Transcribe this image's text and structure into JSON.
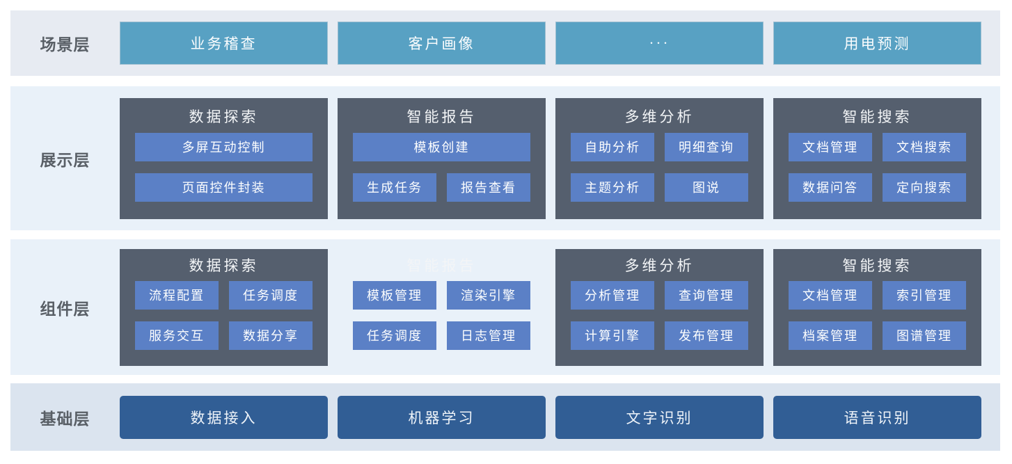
{
  "colors": {
    "scene_band_bg": "#e7ebf2",
    "display_band_bg": "#e9f1f9",
    "component_band_bg": "#e9f1f9",
    "base_band_bg": "#dbe4ef",
    "scene_button_bg": "#58a1c3",
    "card_bg": "#555f6e",
    "item_button_bg": "#5b80c6",
    "base_button_bg": "#315e95",
    "layer_label_text": "#595f66",
    "button_text": "#fdfefe"
  },
  "scene_layer": {
    "label": "场景层",
    "buttons": [
      {
        "label": "业务稽查"
      },
      {
        "label": "客户画像"
      },
      {
        "label": "···"
      },
      {
        "label": "用电预测"
      }
    ]
  },
  "display_layer": {
    "label": "展示层",
    "cards": [
      {
        "title": "数据探索",
        "items": [
          {
            "label": "多屏互动控制"
          },
          {
            "label": "页面控件封装"
          }
        ]
      },
      {
        "title": "智能报告",
        "items": [
          {
            "label": "模板创建"
          },
          {
            "label": "生成任务"
          },
          {
            "label": "报告查看"
          }
        ]
      },
      {
        "title": "多维分析",
        "items": [
          {
            "label": "自助分析"
          },
          {
            "label": "明细查询"
          },
          {
            "label": "主题分析"
          },
          {
            "label": "图说"
          }
        ]
      },
      {
        "title": "智能搜索",
        "items": [
          {
            "label": "文档管理"
          },
          {
            "label": "文档搜索"
          },
          {
            "label": "数据问答"
          },
          {
            "label": "定向搜索"
          }
        ]
      }
    ]
  },
  "component_layer": {
    "label": "组件层",
    "cards": [
      {
        "title": "数据探索",
        "items": [
          {
            "label": "流程配置"
          },
          {
            "label": "任务调度"
          },
          {
            "label": "服务交互"
          },
          {
            "label": "数据分享"
          }
        ]
      },
      {
        "title": "智能报告",
        "items": [
          {
            "label": "模板管理"
          },
          {
            "label": "渲染引擎"
          },
          {
            "label": "任务调度"
          },
          {
            "label": "日志管理"
          }
        ]
      },
      {
        "title": "多维分析",
        "items": [
          {
            "label": "分析管理"
          },
          {
            "label": "查询管理"
          },
          {
            "label": "计算引擎"
          },
          {
            "label": "发布管理"
          }
        ]
      },
      {
        "title": "智能搜索",
        "items": [
          {
            "label": "文档管理"
          },
          {
            "label": "索引管理"
          },
          {
            "label": "档案管理"
          },
          {
            "label": "图谱管理"
          }
        ]
      }
    ]
  },
  "base_layer": {
    "label": "基础层",
    "buttons": [
      {
        "label": "数据接入"
      },
      {
        "label": "机器学习"
      },
      {
        "label": "文字识别"
      },
      {
        "label": "语音识别"
      }
    ]
  }
}
